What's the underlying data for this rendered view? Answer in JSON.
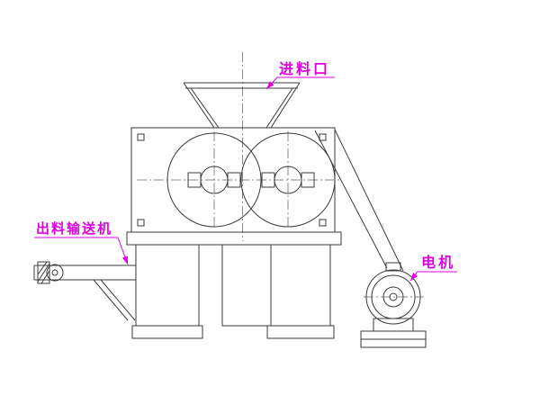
{
  "diagram": {
    "labels": {
      "feed_inlet": "进料口",
      "discharge_conveyor": "出料输送机",
      "motor": "电机"
    },
    "colors": {
      "label_text": "#e000e0",
      "line": "#3b3b3b",
      "centerline": "#8a8a8a",
      "background": "#ffffff"
    }
  }
}
